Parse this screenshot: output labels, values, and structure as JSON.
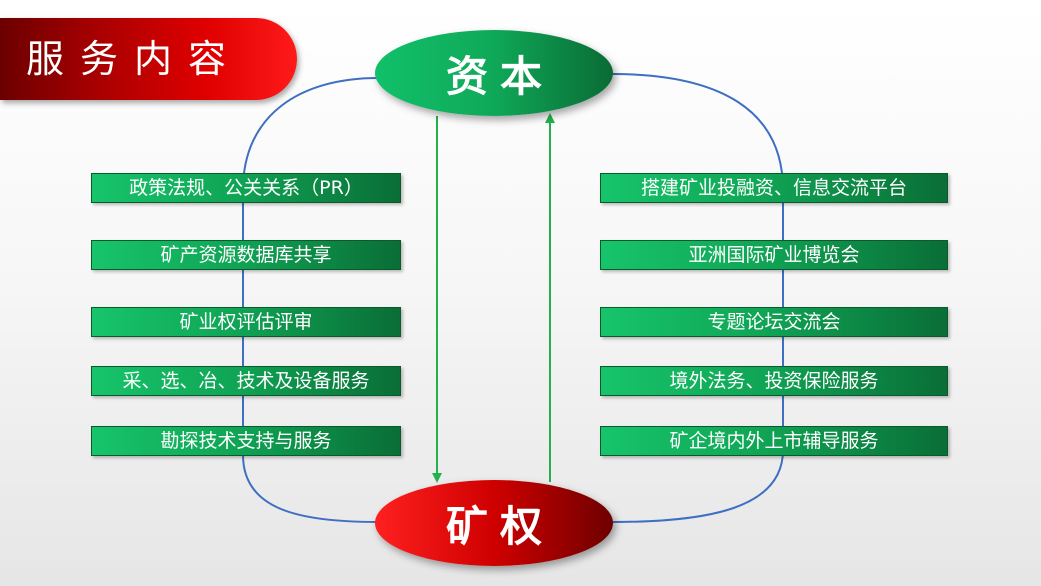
{
  "title": "服务内容",
  "nodes": {
    "capital": "资本",
    "mining_rights": "矿权"
  },
  "left_services": [
    "政策法规、公关关系（PR）",
    "矿产资源数据库共享",
    "矿业权评估评审",
    "采、选、冶、技术及设备服务",
    "勘探技术支持与服务"
  ],
  "right_services": [
    "搭建矿业投融资、信息交流平台",
    "亚洲国际矿业博览会",
    "专题论坛交流会",
    "境外法务、投资保险服务",
    "矿企境内外上市辅导服务"
  ],
  "colors": {
    "green_accent": "#10a656",
    "red_accent": "#d00000",
    "connector": "#3f6fc2",
    "arrow": "#22b14c"
  }
}
